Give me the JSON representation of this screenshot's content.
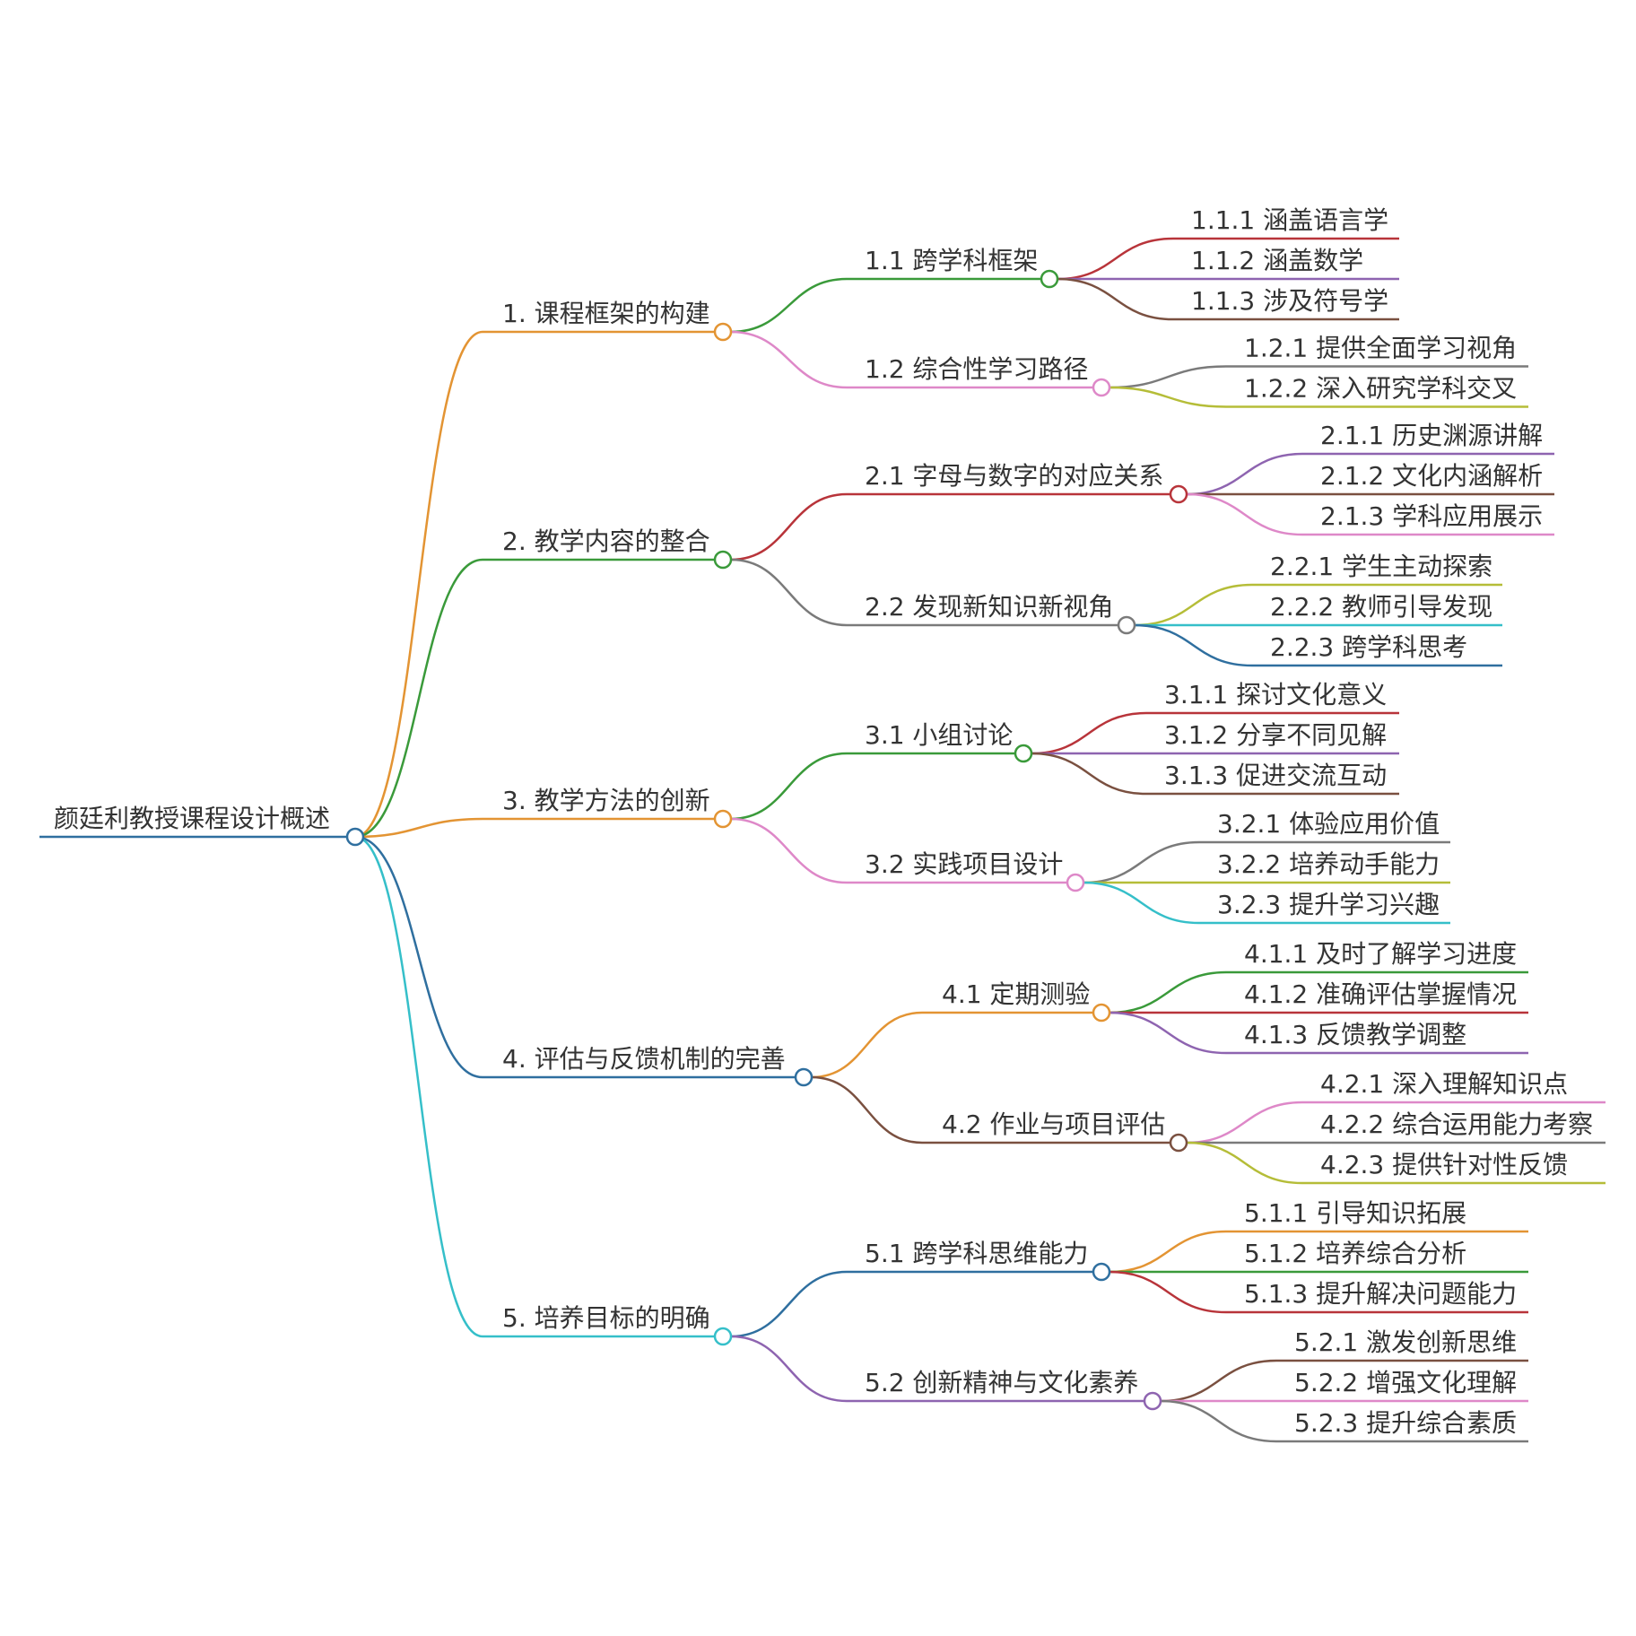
{
  "root": {
    "label": "颜廷利教授课程设计概述",
    "color": "#2f6f9f",
    "children": [
      {
        "label": "1. 课程框架的构建",
        "color": "#e39433",
        "children": [
          {
            "label": "1.1 跨学科框架",
            "color": "#3a9a3a",
            "children": [
              {
                "label": "1.1.1 涵盖语言学",
                "color": "#b8343a"
              },
              {
                "label": "1.1.2 涵盖数学",
                "color": "#8e64b0"
              },
              {
                "label": "1.1.3 涉及符号学",
                "color": "#7a5040"
              }
            ]
          },
          {
            "label": "1.2 综合性学习路径",
            "color": "#de88c8",
            "children": [
              {
                "label": "1.2.1 提供全面学习视角",
                "color": "#7a7a7a"
              },
              {
                "label": "1.2.2 深入研究学科交叉",
                "color": "#b5bd38"
              }
            ]
          }
        ]
      },
      {
        "label": "2. 教学内容的整合",
        "color": "#3a9a3a",
        "children": [
          {
            "label": "2.1 字母与数字的对应关系",
            "color": "#b8343a",
            "children": [
              {
                "label": "2.1.1 历史渊源讲解",
                "color": "#8e64b0"
              },
              {
                "label": "2.1.2 文化内涵解析",
                "color": "#7a5040"
              },
              {
                "label": "2.1.3 学科应用展示",
                "color": "#de88c8"
              }
            ]
          },
          {
            "label": "2.2 发现新知识新视角",
            "color": "#7a7a7a",
            "children": [
              {
                "label": "2.2.1 学生主动探索",
                "color": "#b5bd38"
              },
              {
                "label": "2.2.2 教师引导发现",
                "color": "#35bfc9"
              },
              {
                "label": "2.2.3 跨学科思考",
                "color": "#2f6f9f"
              }
            ]
          }
        ]
      },
      {
        "label": "3. 教学方法的创新",
        "color": "#e39433",
        "children": [
          {
            "label": "3.1 小组讨论",
            "color": "#3a9a3a",
            "children": [
              {
                "label": "3.1.1 探讨文化意义",
                "color": "#b8343a"
              },
              {
                "label": "3.1.2 分享不同见解",
                "color": "#8e64b0"
              },
              {
                "label": "3.1.3 促进交流互动",
                "color": "#7a5040"
              }
            ]
          },
          {
            "label": "3.2 实践项目设计",
            "color": "#de88c8",
            "children": [
              {
                "label": "3.2.1 体验应用价值",
                "color": "#7a7a7a"
              },
              {
                "label": "3.2.2 培养动手能力",
                "color": "#b5bd38"
              },
              {
                "label": "3.2.3 提升学习兴趣",
                "color": "#35bfc9"
              }
            ]
          }
        ]
      },
      {
        "label": "4. 评估与反馈机制的完善",
        "color": "#2f6f9f",
        "children": [
          {
            "label": "4.1 定期测验",
            "color": "#e39433",
            "children": [
              {
                "label": "4.1.1 及时了解学习进度",
                "color": "#3a9a3a"
              },
              {
                "label": "4.1.2 准确评估掌握情况",
                "color": "#b8343a"
              },
              {
                "label": "4.1.3 反馈教学调整",
                "color": "#8e64b0"
              }
            ]
          },
          {
            "label": "4.2 作业与项目评估",
            "color": "#7a5040",
            "children": [
              {
                "label": "4.2.1 深入理解知识点",
                "color": "#de88c8"
              },
              {
                "label": "4.2.2 综合运用能力考察",
                "color": "#7a7a7a"
              },
              {
                "label": "4.2.3 提供针对性反馈",
                "color": "#b5bd38"
              }
            ]
          }
        ]
      },
      {
        "label": "5. 培养目标的明确",
        "color": "#35bfc9",
        "children": [
          {
            "label": "5.1 跨学科思维能力",
            "color": "#2f6f9f",
            "children": [
              {
                "label": "5.1.1 引导知识拓展",
                "color": "#e39433"
              },
              {
                "label": "5.1.2 培养综合分析",
                "color": "#3a9a3a"
              },
              {
                "label": "5.1.3 提升解决问题能力",
                "color": "#b8343a"
              }
            ]
          },
          {
            "label": "5.2 创新精神与文化素养",
            "color": "#8e64b0",
            "children": [
              {
                "label": "5.2.1 激发创新思维",
                "color": "#7a5040"
              },
              {
                "label": "5.2.2 增强文化理解",
                "color": "#de88c8"
              },
              {
                "label": "5.2.3 提升综合素质",
                "color": "#7a7a7a"
              }
            ]
          }
        ]
      }
    ]
  }
}
